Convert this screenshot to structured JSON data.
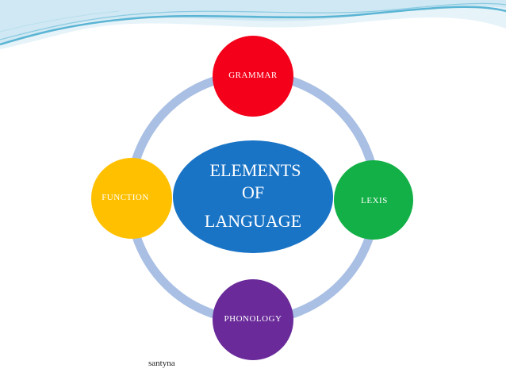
{
  "slide": {
    "center_label_line1": "ELEMENTS",
    "center_label_line2": "OF",
    "center_label_line3": "LANGUAGE",
    "nodes": {
      "top": "GRAMMAR",
      "right": "LEXIS",
      "bottom": "PHONOLOGY",
      "left": "FUNCTION"
    },
    "footer": "santyna"
  },
  "colors": {
    "ring": "#a9bfe3",
    "center": "#1a74c6",
    "grammar": "#f4001a",
    "lexis": "#12b046",
    "phonology": "#6a2a9a",
    "function": "#ffc000",
    "header_wave_light": "#cfe8f3",
    "header_wave_dark": "#5ab4d4"
  }
}
